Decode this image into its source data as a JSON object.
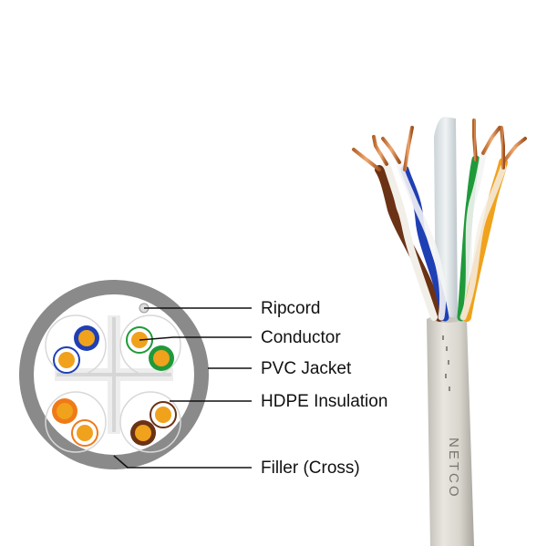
{
  "labels": {
    "ripcord": "Ripcord",
    "conductor": "Conductor",
    "pvc_jacket": "PVC Jacket",
    "hdpe_insulation": "HDPE Insulation",
    "filler": "Filler (Cross)"
  },
  "cable_print": "NETCO",
  "colors": {
    "jacket": "#8a8a8a",
    "jacket_cable": "#dedbd4",
    "copper": "#f0a21c",
    "blue": "#1f3fb5",
    "green": "#1f9a3a",
    "orange": "#f07a18",
    "brown": "#6b3215",
    "white_stripe": "#ffffff"
  }
}
